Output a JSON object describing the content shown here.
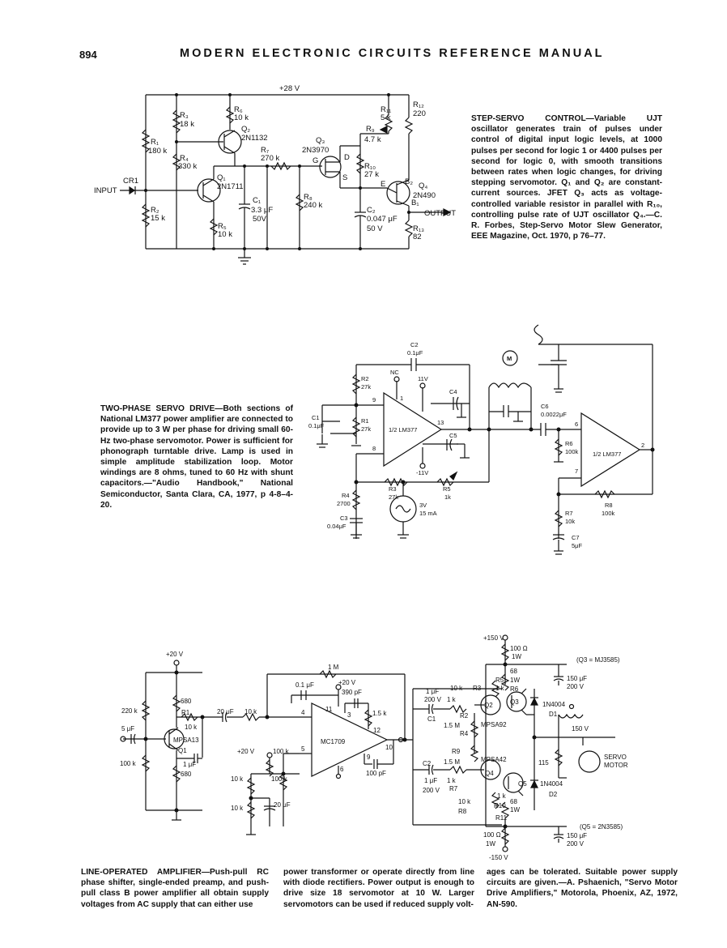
{
  "header": {
    "page_number": "894",
    "title": "MODERN ELECTRONIC CIRCUITS REFERENCE MANUAL"
  },
  "captions": {
    "step_servo": {
      "head": "STEP-SERVO CONTROL",
      "body": "—Variable UJT oscillator generates train of pulses under control of digital input logic levels, at 1000 pulses per second for logic 1 or 4400 pulses per second for logic 0, with smooth transitions between rates when logic changes, for driving stepping servomotor. Q₁ and Q₂ are constant-current sources. JFET Q₃ acts as voltage-controlled variable resistor in parallel with R₁₀, controlling pulse rate of UJT oscillator Q₄.—C. R. Forbes, Step-Servo Motor Slew Generator, EEE Magazine, Oct. 1970, p 76–77."
    },
    "two_phase": {
      "head": "TWO-PHASE SERVO DRIVE",
      "body": "—Both sections of National LM377 power amplifier are connected to provide up to 3 W per phase for driving small 60-Hz two-phase servomotor. Power is sufficient for phonograph turntable drive. Lamp is used in simple amplitude stabilization loop. Motor windings are 8 ohms, tuned to 60 Hz with shunt capacitors.—\"Audio Handbook,\" National Semiconductor, Santa Clara, CA, 1977, p 4-8–4-20."
    },
    "line_operated": {
      "head": "LINE-OPERATED AMPLIFIER",
      "col1": "—Push-pull RC phase shifter, single-ended preamp, and push-pull class B power amplifier all obtain supply voltages from AC supply that can either use",
      "col2": "power transformer or operate directly from line with diode rectifiers. Power output is enough to drive size 18 servomotor at 10 W. Larger servomotors can be used if reduced supply volt-",
      "col3": "ages can be tolerated. Suitable power supply circuits are given.—A. Pshaenich, \"Servo Motor Drive Amplifiers,\" Motorola, Phoenix, AZ, 1972, AN-590."
    }
  },
  "circuit1": {
    "supply": "+28 V",
    "input": "INPUT",
    "cr1": "CR1",
    "r1": "R₁",
    "r1v": "180 k",
    "r2": "R₂",
    "r2v": "15 k",
    "r3": "R₃",
    "r3v": "18 k",
    "r4": "R₄",
    "r4v": "330 k",
    "r5": "R₅",
    "r5v": "10 k",
    "r6": "R₆",
    "r6v": "10 k",
    "r7": "R₇",
    "r7v": "270 k",
    "r8": "R₈",
    "r8v": "240 k",
    "r9": "R₉",
    "r9v": "4.7 k",
    "r10": "R₁₀",
    "r10v": "27 k",
    "r11": "R₁₁",
    "r11v": "5 k",
    "r12": "R₁₂",
    "r12v": "220",
    "r13": "R₁₃",
    "r13v": "82",
    "c1": "C₁",
    "c1v": "3.3 μF",
    "c1w": "50V",
    "c2": "C₂",
    "c2v": "0.047 μF",
    "c2w": "50 V",
    "q1": "Q₁",
    "q1t": "2N1711",
    "q2": "Q₂",
    "q2t": "2N1132",
    "q3": "Q₃",
    "q3t": "2N3970",
    "q4": "Q₄",
    "q4t": "2N490",
    "g": "G",
    "d": "D",
    "s": "S",
    "e": "E",
    "b1": "B₁",
    "b2": "B₂",
    "output": "OUTPUT"
  },
  "circuit2": {
    "c2": "C2",
    "c2v": "0.1μF",
    "nc": "NC",
    "v11": "11V",
    "vm11": "-11V",
    "c4": "C4",
    "c5": "C5",
    "c1": "C1",
    "c1v": "0.1μF",
    "r2": "R2",
    "r2v": "27k",
    "r1": "R1",
    "r1v": "27k",
    "amp1": "1/2 LM377",
    "p9": "9",
    "p1": "1",
    "p13": "13",
    "p8": "8",
    "r3": "R3",
    "r3v": "27k",
    "r5": "R5",
    "r5v": "1k",
    "r4": "R4",
    "r4v": "2700",
    "c3": "C3",
    "c3v": "0.04μF",
    "lamp": "3V",
    "lampi": "15 mA",
    "motor": "M",
    "c6": "C6",
    "c6v": "0.0022μF",
    "p6": "6",
    "p7": "7",
    "p2": "2",
    "amp2": "1/2 LM377",
    "r6": "R6",
    "r6v": "100k",
    "r8": "R8",
    "r8v": "100k",
    "r7": "R7",
    "r7v": "10k",
    "c7": "C7",
    "c7v": "5μF"
  },
  "circuit3": {
    "v20a": "+20 V",
    "r220": "220 k",
    "c5u": "5 μF",
    "r100": "100 k",
    "r680a": "680",
    "r680b": "680",
    "r1": "R1",
    "r10k": "10 k",
    "q1": "Q1",
    "mpsa13": "MPSA13",
    "c1u": "1 μF",
    "c20": "20 μF",
    "r10ka": "10 k",
    "r1m": "1 M",
    "c01": "0.1 μF",
    "v20b": "+20 V",
    "c390": "390 pF",
    "r15k": "1.5 k",
    "mc1709": "MC1709",
    "c100": "100 pF",
    "v20c": "+20 V",
    "r100k1": "100 k",
    "r100k2": "100 k",
    "r10kb": "10 k",
    "r10kc": "10 k",
    "c20b": "20 μF",
    "pins": [
      "4",
      "5",
      "6",
      "9",
      "10",
      "11",
      "12",
      "3"
    ],
    "v150": "+150 V",
    "r100o": "100 Ω",
    "w1": "1W",
    "r68": "68",
    "w1b": "1W",
    "r6": "R6",
    "r5": "R5",
    "r1k": "1 k",
    "q3note": "(Q3 = MJ3585)",
    "c150": "150 μF",
    "v200": "200 V",
    "c1uf": "1 μF",
    "r10k3": "10 k",
    "r3": "R3",
    "v200b": "200 V",
    "r1kb": "1 k",
    "c1": "C1",
    "r2": "R2",
    "q2": "Q2",
    "q3": "Q3",
    "r15m": "1.5 M",
    "r4": "R4",
    "mpsa92": "MPSA92",
    "d1": "1N4004",
    "d1n": "D1",
    "v150b": "150 V",
    "r9": "R9",
    "r15mb": "1.5 M",
    "c2": "C2",
    "mpsa42": "MPSA42",
    "q4": "Q4",
    "q5": "Q5",
    "r115": "115",
    "servo": "SERVO",
    "motor": "MOTOR",
    "c1uf2": "1 μF",
    "r1kc": "1 k",
    "v200c": "200 V",
    "r7": "R7",
    "r10k4": "10 k",
    "r1kd": "1 k",
    "r8": "R8",
    "r10": "R10",
    "d2": "1N4004",
    "d2n": "D2",
    "r68b": "68",
    "w1c": "1W",
    "r11": "R11",
    "q5note": "(Q5 = 2N3585)",
    "r100o2": "100 Ω",
    "w1d": "1W",
    "c150b": "150 μF",
    "v200d": "200 V",
    "vm150": "-150 V"
  }
}
